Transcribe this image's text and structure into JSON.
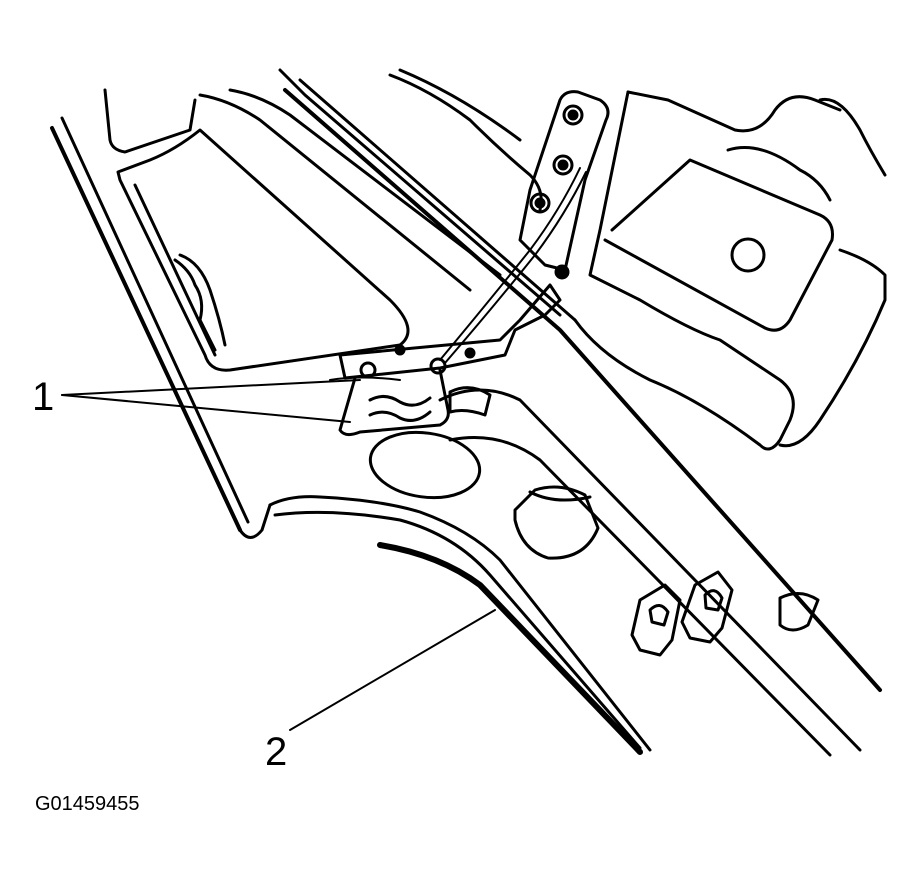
{
  "callouts": {
    "one": "1",
    "two": "2"
  },
  "figure_id": "G01459455",
  "colors": {
    "line": "#000000",
    "paper": "#ffffff"
  }
}
